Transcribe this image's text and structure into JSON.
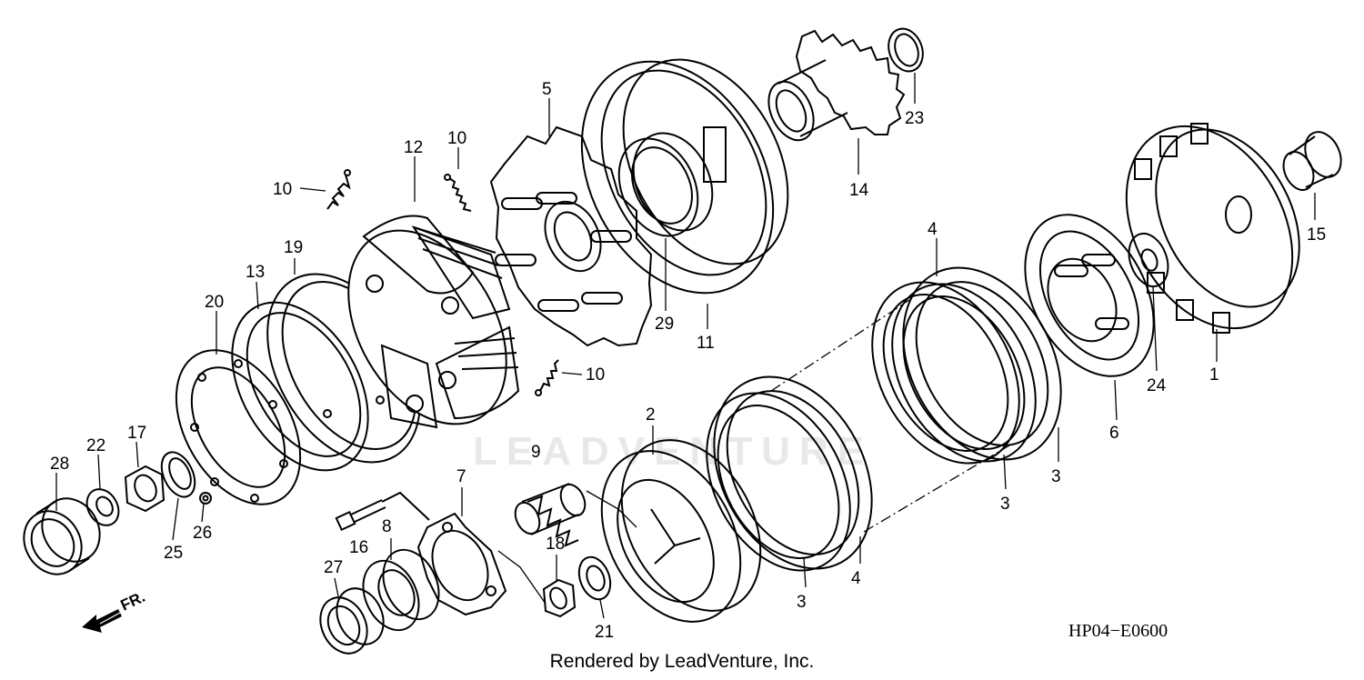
{
  "diagram_code": "HP04−E0600",
  "credit": "Rendered by LeadVenture, Inc.",
  "watermark": "LEADVENTURE",
  "front_arrow": {
    "label": "FR.",
    "icon": "front-arrow-icon"
  },
  "callouts": {
    "p1": "1",
    "p3a": "3",
    "p3b": "3",
    "p3c": "3",
    "p4a": "4",
    "p4b": "4",
    "p5": "5",
    "p6": "6",
    "p7": "7",
    "p8": "8",
    "p9": "9",
    "p10a": "10",
    "p10b": "10",
    "p10c": "10",
    "p11": "11",
    "p12": "12",
    "p13": "13",
    "p14": "14",
    "p15": "15",
    "p16": "16",
    "p17": "17",
    "p18": "18",
    "p19": "19",
    "p20": "20",
    "p21": "21",
    "p22": "22",
    "p23": "23",
    "p24": "24",
    "p25": "25",
    "p26": "26",
    "p27": "27",
    "p28": "28",
    "p29": "29",
    "p2": "2"
  }
}
